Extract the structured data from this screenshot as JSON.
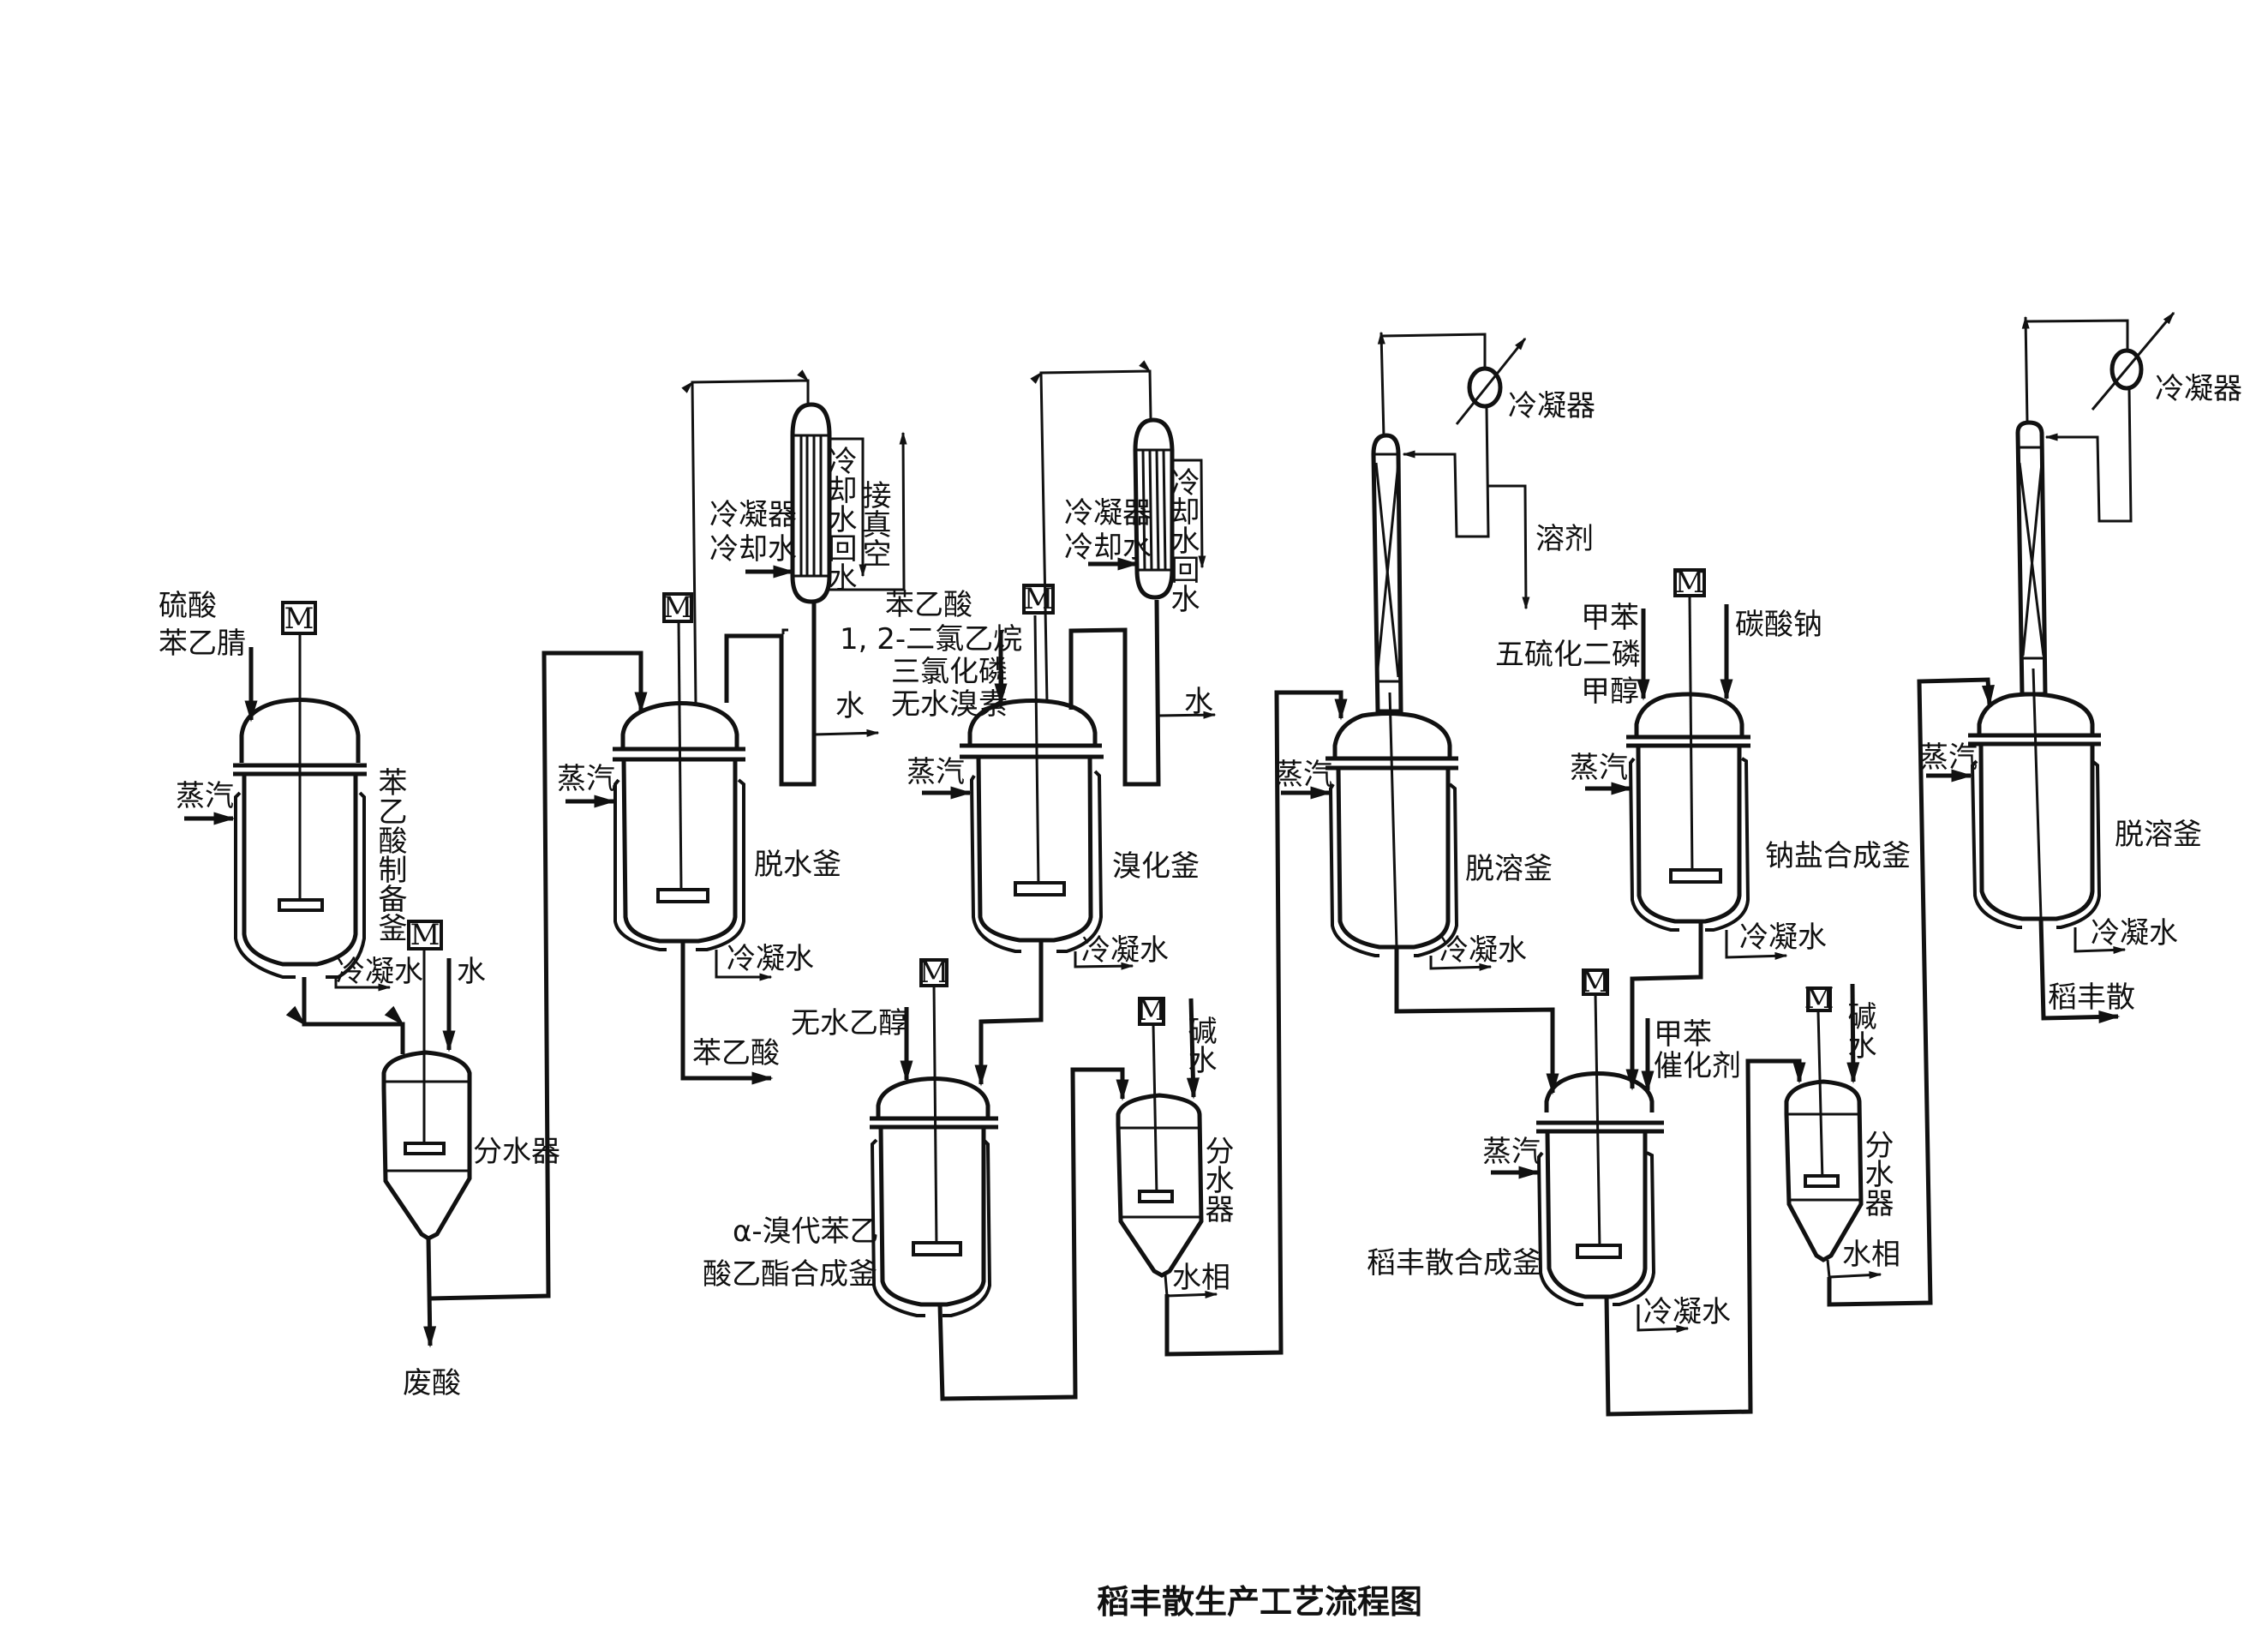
{
  "title": "稻丰散生产工艺流程图",
  "equipment": {
    "r1": {
      "name": "苯乙酸制备釜",
      "feeds": [
        "硫酸",
        "苯乙腈"
      ],
      "heating": "蒸汽",
      "condensate": "冷凝水"
    },
    "d1": {
      "name": "分水器",
      "feed": "水",
      "outlet": "废酸"
    },
    "r2": {
      "name": "脱水釜",
      "heating": "蒸汽",
      "condensate": "冷凝水",
      "product": "苯乙酸"
    },
    "c1": {
      "name": "冷凝器",
      "cooling_in": "冷却水",
      "cooling_out": "冷却水回水",
      "vacuum": "接真空",
      "water_out": "水"
    },
    "r3": {
      "name": "溴化釜",
      "feeds": [
        "苯乙酸",
        "1, 2-二氯乙烷",
        "三氯化磷",
        "无水溴素"
      ],
      "heating": "蒸汽",
      "condensate": "冷凝水"
    },
    "c2": {
      "name": "冷凝器",
      "cooling_in": "冷却水",
      "cooling_out": "冷却水回水",
      "water_out": "水"
    },
    "r4": {
      "name_line1": "α-溴代苯乙",
      "name_line2": "酸乙酯合成釜",
      "feed": "无水乙醇"
    },
    "d2": {
      "name": "分水器",
      "feed": "碱水",
      "outlet": "水相"
    },
    "r5": {
      "name": "脱溶釜",
      "heating": "蒸汽",
      "condensate": "冷凝水"
    },
    "c3": {
      "name": "冷凝器",
      "outlet": "溶剂"
    },
    "r6": {
      "name": "钠盐合成釜",
      "feeds": [
        "甲苯",
        "五硫化二磷",
        "甲醇"
      ],
      "feed2": "碳酸钠",
      "heating": "蒸汽",
      "condensate": "冷凝水"
    },
    "r7": {
      "name": "稻丰散合成釜",
      "feeds": [
        "甲苯",
        "催化剂"
      ],
      "heating": "蒸汽",
      "condensate": "冷凝水"
    },
    "d3": {
      "name": "分水器",
      "feed": "碱水",
      "outlet": "水相"
    },
    "r8": {
      "name": "脱溶釜",
      "heating": "蒸汽",
      "condensate": "冷凝水",
      "product": "稻丰散"
    },
    "c4": {
      "name": "冷凝器"
    }
  },
  "motor_label": "M",
  "icons": {
    "motor": "motor-box-icon",
    "agitator": "agitator-blade-icon",
    "heat_exchanger": "heat-exchanger-icon"
  }
}
